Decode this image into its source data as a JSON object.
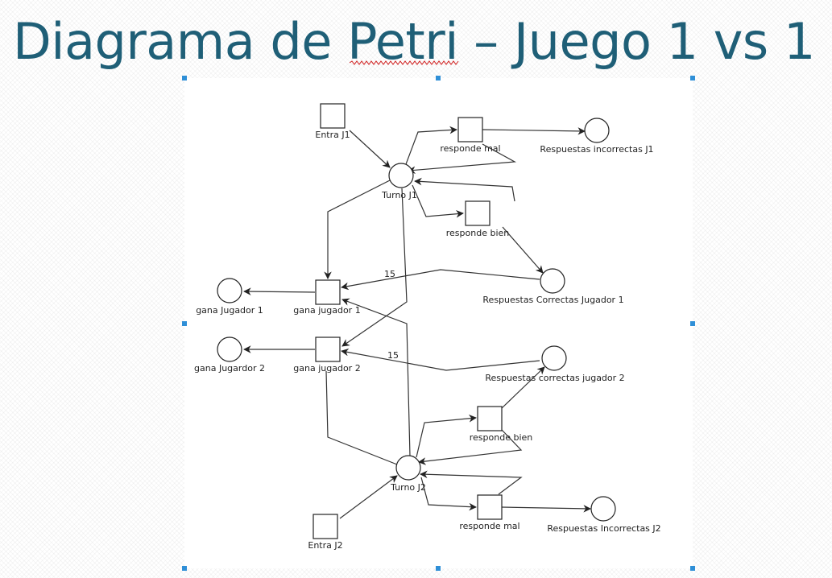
{
  "slide": {
    "title": "Diagrama de Petri – Juego 1 vs 1"
  },
  "diagram": {
    "places": {
      "turno_j1": "Turno J1",
      "respuestas_incorrectas_j1": "Respuestas incorrectas J1",
      "respuestas_correctas_jugador_1": "Respuestas Correctas Jugador 1",
      "gana_jugador_1": "gana Jugador 1",
      "gana_jugardor_2": "gana Jugardor 2",
      "respuestas_correctas_jugador_2": "Respuestas correctas jugador 2",
      "turno_j2": "Turno J2",
      "respuestas_incorrectas_j2": "Respuestas Incorrectas J2"
    },
    "transitions": {
      "entra_j1": "Entra J1",
      "responde_mal_1": "responde mal",
      "responde_bien_1": "responde bien",
      "gana_jugador_1": "gana jugador 1",
      "gana_jugador_2": "gana jugador 2",
      "responde_bien_2": "responde bien",
      "responde_mal_2": "responde mal",
      "entra_j2": "Entra J2"
    },
    "arc_weights": {
      "correctas_1_to_gana_1": "15",
      "correctas_2_to_gana_2": "15"
    }
  },
  "colors": {
    "title": "#1f5f77",
    "selection_handles": "#2f8fd7",
    "spellcheck_squiggle": "#d02020"
  }
}
